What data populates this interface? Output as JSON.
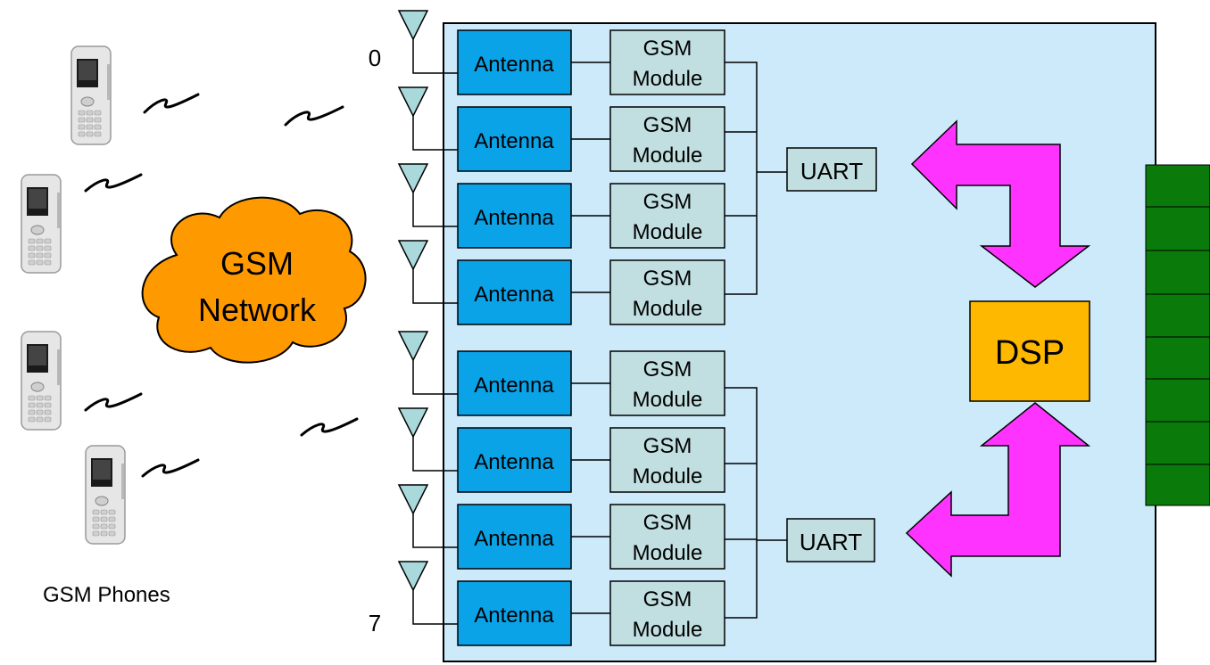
{
  "phones_label": "GSM Phones",
  "network": {
    "line1": "GSM",
    "line2": "Network"
  },
  "channel_labels": {
    "first": "0",
    "last": "7"
  },
  "antenna_label": "Antenna",
  "gsm_module": {
    "line1": "GSM",
    "line2": "Module"
  },
  "uart_label": "UART",
  "dsp_label": "DSP",
  "colors": {
    "board": "#cdeafb",
    "antenna_box": "#0aa3e8",
    "module_box": "#c1dfe1",
    "antenna_symbol": "#a9d9db",
    "dsp": "#ffb800",
    "arrow": "#ff33ff",
    "cloud": "#ff9900",
    "connector": "#0a7a0a"
  }
}
